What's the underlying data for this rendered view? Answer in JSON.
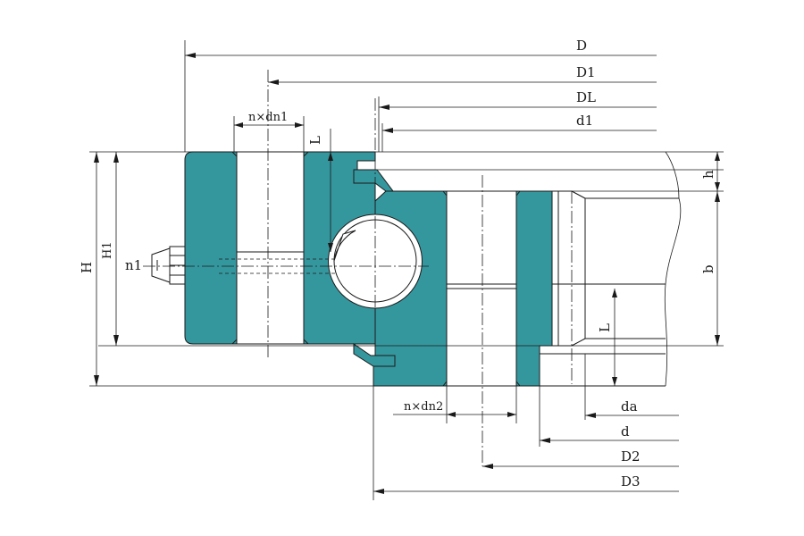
{
  "colors": {
    "ring": "#35979e",
    "line": "#1a1a1a",
    "background": "#ffffff"
  },
  "labels": {
    "D": "D",
    "D1": "D1",
    "DL": "DL",
    "d1": "d1",
    "n_x_dn1": "n×dn1",
    "L_top": "L",
    "h": "h",
    "b": "b",
    "H": "H",
    "H1": "H1",
    "n1": "n1",
    "L_bottom": "L",
    "n_x_dn2": "n×dn2",
    "da": "da",
    "d": "d",
    "D2": "D2",
    "D3": "D3"
  }
}
